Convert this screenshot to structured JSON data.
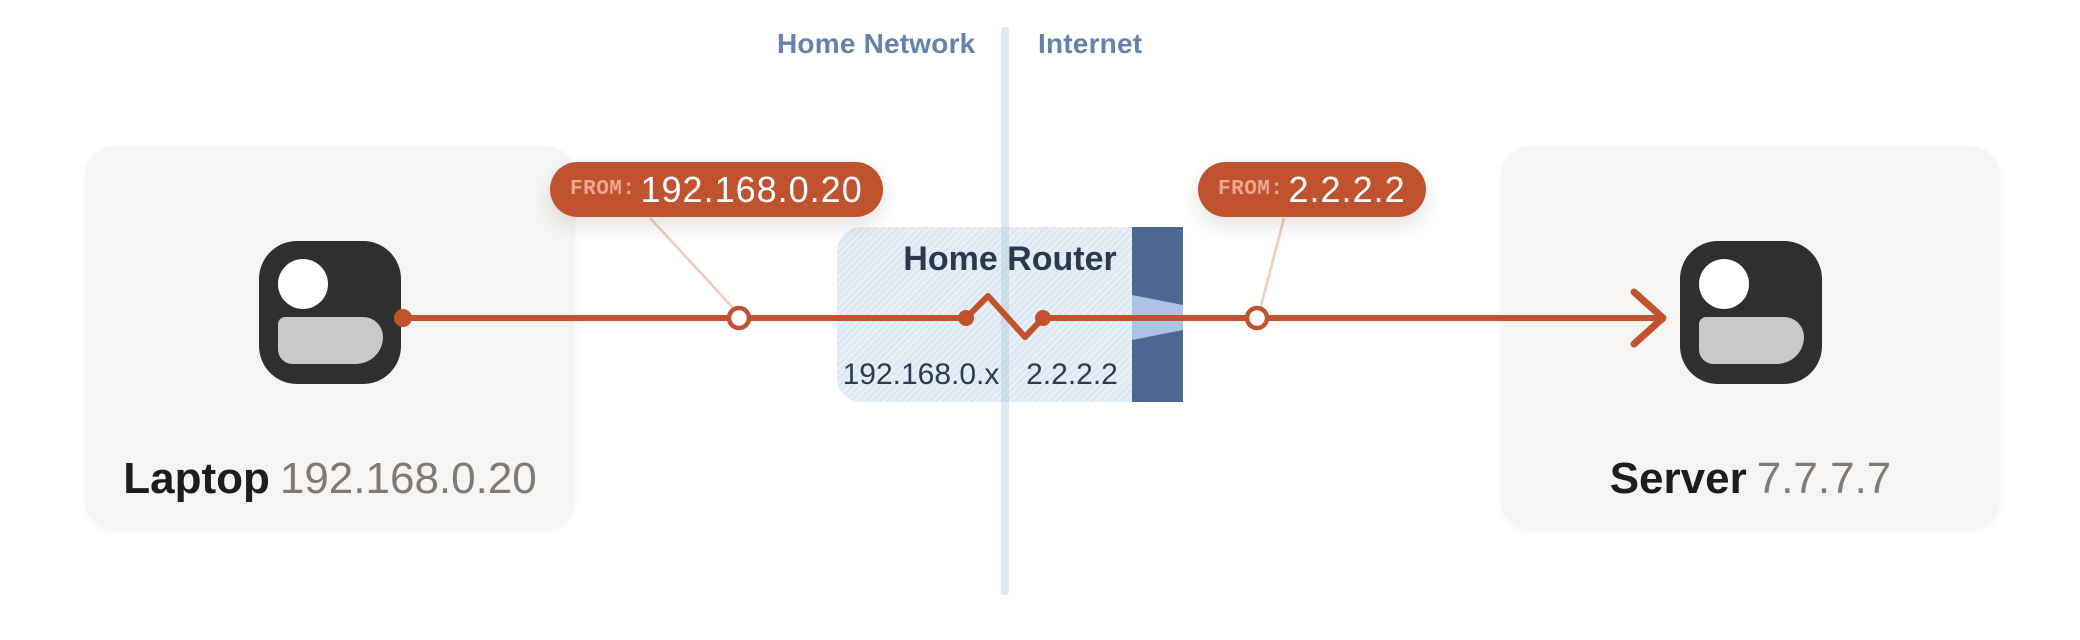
{
  "zones": {
    "left_label": "Home Network",
    "right_label": "Internet"
  },
  "nodes": {
    "laptop": {
      "name": "Laptop",
      "ip": "192.168.0.20"
    },
    "server": {
      "name": "Server",
      "ip": "7.7.7.7"
    }
  },
  "router": {
    "title": "Home Router",
    "lan_ip": "192.168.0.x",
    "wan_ip": "2.2.2.2"
  },
  "badges": {
    "lan": {
      "prefix": "FROM:",
      "value": "192.168.0.20"
    },
    "wan": {
      "prefix": "FROM:",
      "value": "2.2.2.2"
    }
  },
  "icons": {
    "laptop": "user-icon",
    "server": "user-icon",
    "nat_bar": "one-way-valve-icon",
    "rewrite": "nat-rewrite-zigzag-icon",
    "arrow": "arrowhead-icon"
  },
  "colors": {
    "accent_orange": "#c2512e",
    "badge_background": "#bf5330",
    "badge_prefix_text": "#f0a78f",
    "leader_line": "#f3c9ba",
    "zone_label_blue": "#6682ab",
    "router_navy_text": "#2b3950",
    "router_hatch_blue": "#dde8f2",
    "nat_bar_blue": "#4c6792",
    "nat_valve_light_blue": "#aec2e4",
    "card_background": "#f7f5f3",
    "icon_dark": "#302f2d",
    "node_ip_gray": "#7d7a77"
  }
}
